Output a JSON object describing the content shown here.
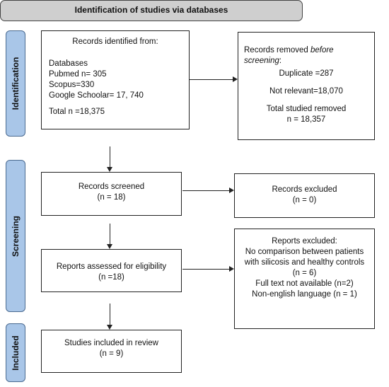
{
  "header": "Identification of studies via databases",
  "sections": {
    "identification": "Identification",
    "screening": "Screening",
    "included": "Included"
  },
  "identified": {
    "title": "Records identified from:",
    "db_label": "Databases",
    "pubmed": "Pubmed n= 305",
    "scopus": "Scopus=330",
    "google": "Google Schoolar= 17, 740",
    "total": "Total n =18,375"
  },
  "removed": {
    "title_plain": "Records removed ",
    "title_italic": "before screening",
    "colon": ":",
    "duplicate": "Duplicate =287",
    "not_relevant": "Not relevant=18,070",
    "total_line1": "Total studied removed",
    "total_line2": "n = 18,357"
  },
  "screened": {
    "title": "Records screened",
    "n": "(n = 18)"
  },
  "excluded": {
    "title": "Records excluded",
    "n": "(n = 0)"
  },
  "assessed": {
    "title": "Reports assessed for eligibility",
    "n": "(n =18)"
  },
  "reports_excluded": {
    "title": "Reports excluded:",
    "line1": "No comparison between patients",
    "line2": "with silicosis and healthy controls",
    "line3": "(n = 6)",
    "line4": "Full text not available (n=2)",
    "line5": "Non-english language (n = 1)"
  },
  "included": {
    "title": "Studies included in review",
    "n": "(n = 9)"
  }
}
